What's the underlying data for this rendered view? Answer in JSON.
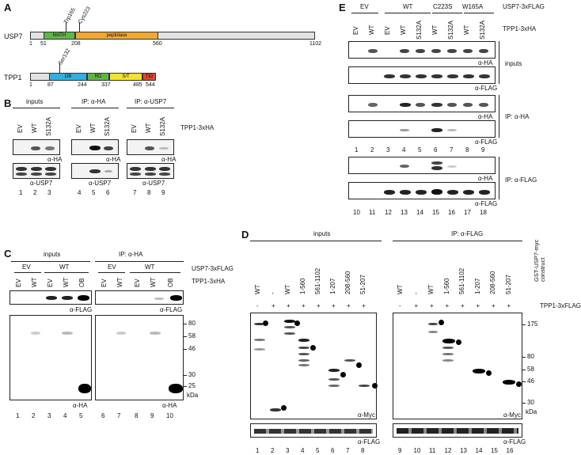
{
  "colors": {
    "math": "#5fb646",
    "peptidase": "#f0a832",
    "ob": "#2fb0e0",
    "rd": "#5fb646",
    "st": "#f5e22a",
    "tid": "#e2452a",
    "grey": "#e2e2e2"
  },
  "panelA": {
    "label": "A",
    "usp7": {
      "name": "USP7",
      "math": "MATH",
      "peptidase": "peptidase",
      "site1": "Trp165",
      "site2": "Cys223",
      "n1": "1",
      "n51": "51",
      "n208": "208",
      "n560": "560",
      "n1102": "1102"
    },
    "tpp1": {
      "name": "TPP1",
      "site": "Ser132",
      "ob": "OB",
      "rd": "RD",
      "st": "S/T",
      "tid": "TID",
      "n1": "1",
      "n87": "87",
      "n244": "244",
      "n337": "337",
      "n485": "485",
      "n544": "544"
    }
  },
  "panelB": {
    "label": "B",
    "headers": [
      "inputs",
      "IP: α-HA",
      "IP: α-USP7"
    ],
    "lanes": [
      "EV",
      "WT",
      "S132A"
    ],
    "right_label": "TPP1-3xHA",
    "ab": [
      "α-HA",
      "α-HA",
      "α-HA",
      "α-USP7",
      "α-USP7",
      "α-USP7"
    ],
    "nums": [
      "1",
      "2",
      "3",
      "4",
      "5",
      "6",
      "7",
      "8",
      "9"
    ]
  },
  "panelC": {
    "label": "C",
    "headers": [
      "inputs",
      "IP: α-HA"
    ],
    "groups": [
      "EV",
      "WT",
      "EV",
      "WT"
    ],
    "right_label1": "USP7-3xFLAG",
    "right_label2": "TPP1-3xHA",
    "lanes": [
      "EV",
      "WT",
      "EV",
      "WT",
      "OB",
      "EV",
      "WT",
      "EV",
      "WT",
      "OB"
    ],
    "ab_top": "α-FLAG",
    "ab_top2": "α-FLAG",
    "ab_bottom": "α-HA",
    "ab_bottom2": "α-HA",
    "markers": [
      "80",
      "58",
      "46",
      "30",
      "25",
      "kDa"
    ],
    "nums": [
      "1",
      "2",
      "3",
      "4",
      "5",
      "6",
      "7",
      "8",
      "9",
      "10"
    ]
  },
  "panelD": {
    "label": "D",
    "headers": [
      "inputs",
      "IP: α-FLAG"
    ],
    "construct_label": "GST-USP7-myc construct",
    "lanes": [
      "WT",
      "-",
      "WT",
      "1-560",
      "561-1102",
      "1-207",
      "208-560",
      "51-207",
      "WT",
      "-",
      "WT",
      "1-560",
      "561-1102",
      "1-207",
      "208-560",
      "51-207"
    ],
    "tpp1_label": "TPP1-3xFLAG",
    "signs": [
      "-",
      "+",
      "+",
      "+",
      "+",
      "+",
      "+",
      "+",
      "-",
      "+",
      "+",
      "+",
      "+",
      "+",
      "+",
      "+"
    ],
    "ab_myc": "α-Myc",
    "ab_myc2": "α-Myc",
    "ab_flag": "α-FLAG",
    "ab_flag2": "α-FLAG",
    "markers": [
      "175",
      "80",
      "58",
      "46",
      "30",
      "kDa"
    ],
    "nums": [
      "1",
      "2",
      "3",
      "4",
      "5",
      "6",
      "7",
      "8",
      "9",
      "10",
      "11",
      "12",
      "13",
      "14",
      "15",
      "16"
    ]
  },
  "panelE": {
    "label": "E",
    "groups": [
      "EV",
      "WT",
      "C223S",
      "W165A"
    ],
    "usp7_label": "USP7-3xFLAG",
    "tpp1_label": "TPP1-3xHA",
    "lanes": [
      "EV",
      "WT",
      "EV",
      "WT",
      "S132A",
      "WT",
      "S132A",
      "WT",
      "S132A"
    ],
    "side_labels": [
      "inputs",
      "IP: α-HA",
      "IP: α-FLAG"
    ],
    "ab": [
      "α-HA",
      "α-FLAG",
      "α-HA",
      "α-FLAG",
      "α-HA",
      "α-FLAG"
    ],
    "nums1": [
      "1",
      "2",
      "3",
      "4",
      "5",
      "6",
      "7",
      "8",
      "9"
    ],
    "nums2": [
      "10",
      "11",
      "12",
      "13",
      "14",
      "15",
      "16",
      "17",
      "18"
    ]
  }
}
